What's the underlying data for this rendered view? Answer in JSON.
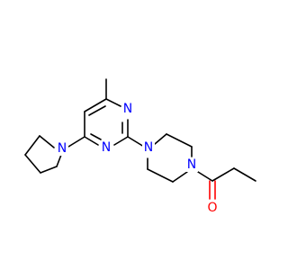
{
  "molecule": {
    "atom_labels": {
      "n_pyrimidine_top": "N",
      "n_pyrimidine_bottom": "N",
      "n_pyrrolidine": "N",
      "n_piperazine_top": "N",
      "n_piperazine_bottom": "N",
      "o_carbonyl": "O"
    },
    "colors": {
      "nitrogen": "#0000ff",
      "oxygen": "#ff0000",
      "bond": "#000000",
      "background": "#ffffff"
    }
  }
}
